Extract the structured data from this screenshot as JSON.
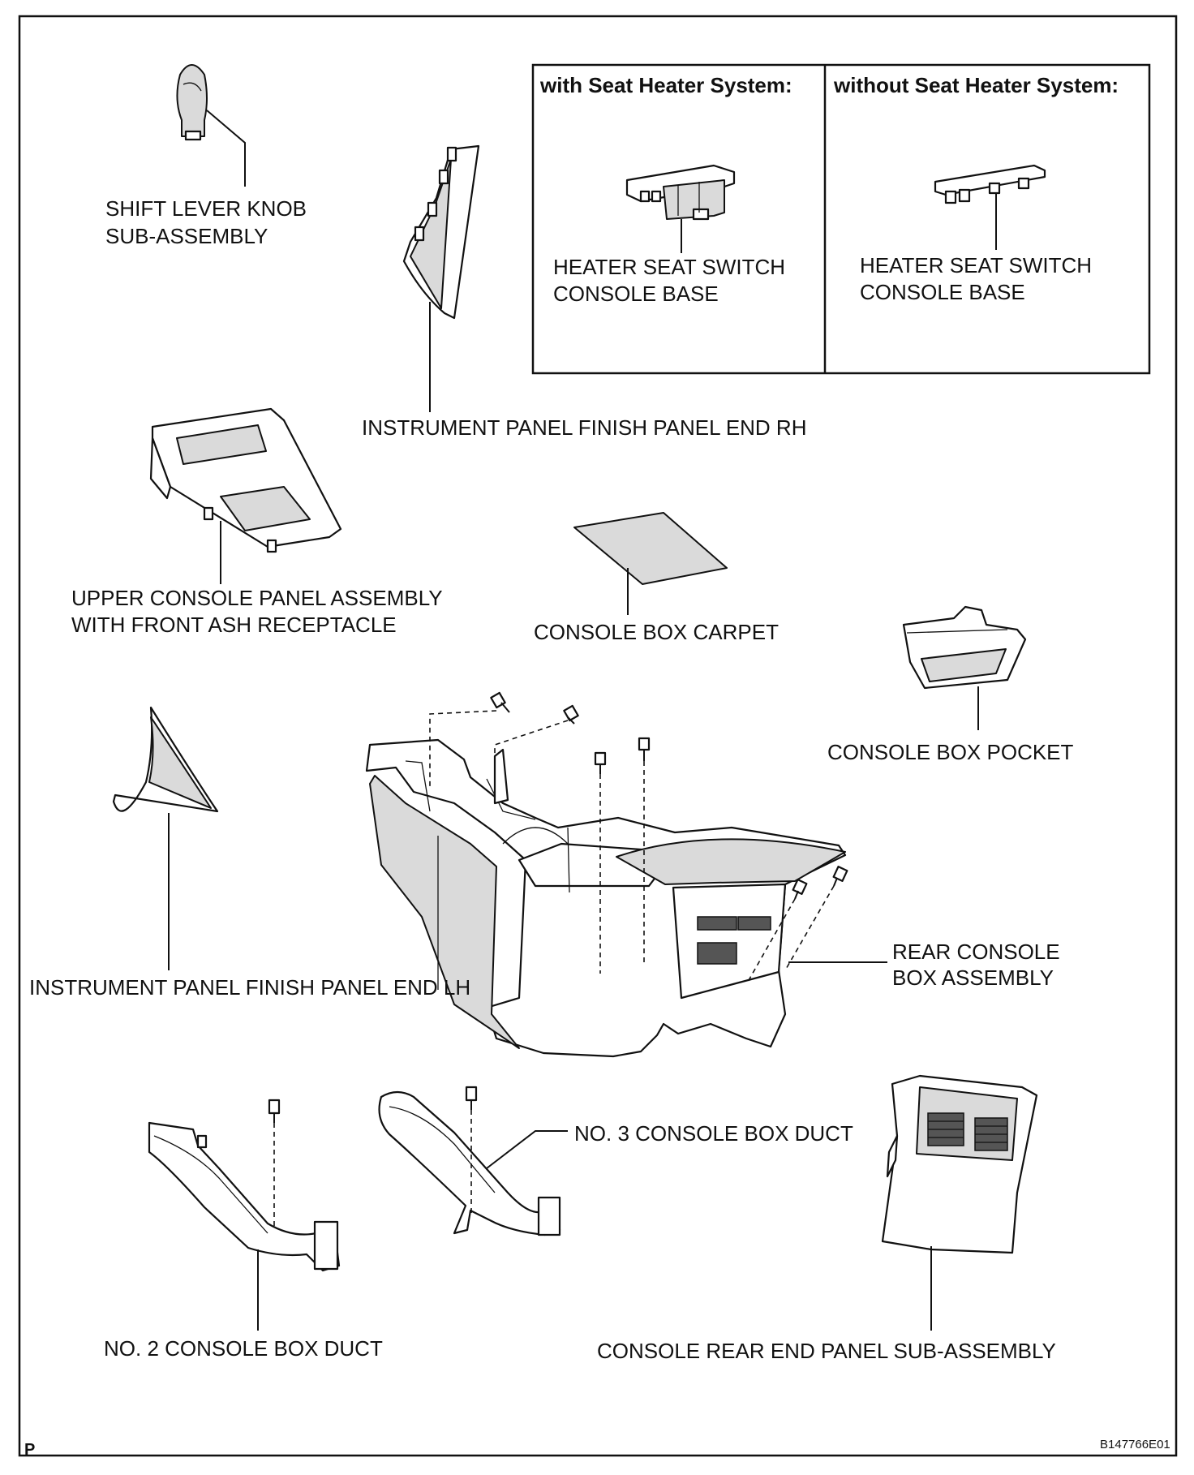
{
  "diagram": {
    "inset": {
      "left_header": "with Seat Heater System:",
      "right_header": "without Seat Heater System:",
      "left_part": [
        "HEATER SEAT SWITCH",
        "CONSOLE BASE"
      ],
      "right_part": [
        "HEATER SEAT SWITCH",
        "CONSOLE BASE"
      ]
    },
    "labels": {
      "shift_knob": [
        "SHIFT LEVER KNOB",
        "SUB-ASSEMBLY"
      ],
      "finish_end_rh": "INSTRUMENT PANEL FINISH PANEL END RH",
      "upper_console": [
        "UPPER CONSOLE PANEL ASSEMBLY",
        "WITH FRONT ASH RECEPTACLE"
      ],
      "carpet": "CONSOLE BOX CARPET",
      "pocket": "CONSOLE BOX POCKET",
      "finish_end_lh": "INSTRUMENT PANEL FINISH PANEL END LH",
      "rear_console": [
        "REAR CONSOLE",
        "BOX ASSEMBLY"
      ],
      "duct3": "NO. 3 CONSOLE BOX DUCT",
      "duct2": "NO. 2 CONSOLE BOX DUCT",
      "rear_end_panel": "CONSOLE REAR END PANEL SUB-ASSEMBLY"
    },
    "corner_mark": "P",
    "figure_code": "B147766E01"
  }
}
